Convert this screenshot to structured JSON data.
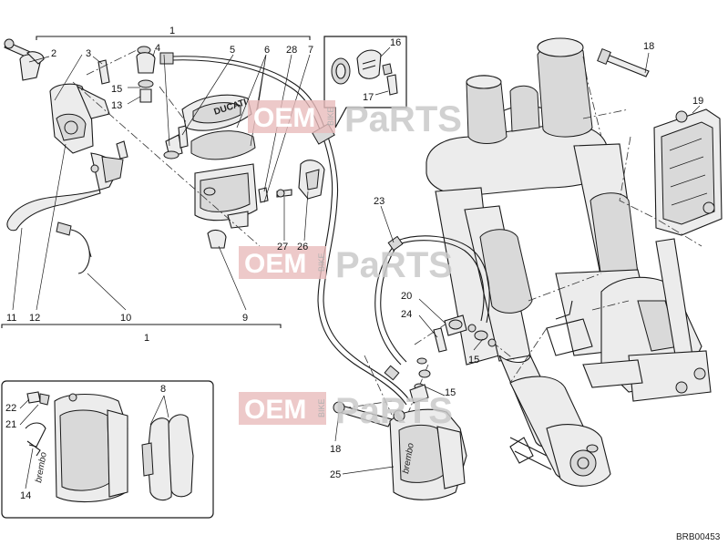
{
  "diagram": {
    "drawing_code": "BRB00453",
    "callouts": [
      {
        "id": "c1a",
        "label": "1"
      },
      {
        "id": "c2",
        "label": "2"
      },
      {
        "id": "c3",
        "label": "3"
      },
      {
        "id": "c4",
        "label": "4"
      },
      {
        "id": "c5",
        "label": "5"
      },
      {
        "id": "c6",
        "label": "6"
      },
      {
        "id": "c28",
        "label": "28"
      },
      {
        "id": "c7",
        "label": "7"
      },
      {
        "id": "c15a",
        "label": "15"
      },
      {
        "id": "c13",
        "label": "13"
      },
      {
        "id": "c16",
        "label": "16"
      },
      {
        "id": "c17",
        "label": "17"
      },
      {
        "id": "c18a",
        "label": "18"
      },
      {
        "id": "c19",
        "label": "19"
      },
      {
        "id": "c23",
        "label": "23"
      },
      {
        "id": "c27",
        "label": "27"
      },
      {
        "id": "c26",
        "label": "26"
      },
      {
        "id": "c11",
        "label": "11"
      },
      {
        "id": "c12",
        "label": "12"
      },
      {
        "id": "c10",
        "label": "10"
      },
      {
        "id": "c9",
        "label": "9"
      },
      {
        "id": "c1b",
        "label": "1"
      },
      {
        "id": "c20",
        "label": "20"
      },
      {
        "id": "c24",
        "label": "24"
      },
      {
        "id": "c15b",
        "label": "15"
      },
      {
        "id": "c15c",
        "label": "15"
      },
      {
        "id": "c8",
        "label": "8"
      },
      {
        "id": "c22",
        "label": "22"
      },
      {
        "id": "c21",
        "label": "21"
      },
      {
        "id": "c14",
        "label": "14"
      },
      {
        "id": "c18b",
        "label": "18"
      },
      {
        "id": "c25",
        "label": "25"
      }
    ]
  },
  "watermark": {
    "oem": "OEM",
    "parts": "PaRTS",
    "bike": "BIKE"
  },
  "caliper_brand": "brembo",
  "reservoir_brand": "DUCATI"
}
